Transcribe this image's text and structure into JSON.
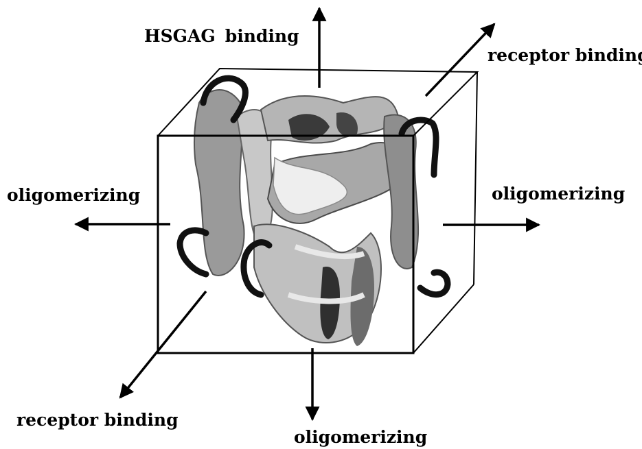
{
  "labels": {
    "top_part1": "HSGAG",
    "top_part2": "binding",
    "receptor_top_right": "receptor binding",
    "oligomerizing_left": "oligomerizing",
    "oligomerizing_right": "oligomerizing",
    "receptor_bottom_left": "receptor binding",
    "oligomerizing_bottom": "oligomerizing"
  },
  "colors": {
    "ink": "#000000",
    "protein_light": "#d0d0d0",
    "protein_mid": "#8a8a8a",
    "protein_dark": "#3a3a3a",
    "loop": "#111111"
  }
}
